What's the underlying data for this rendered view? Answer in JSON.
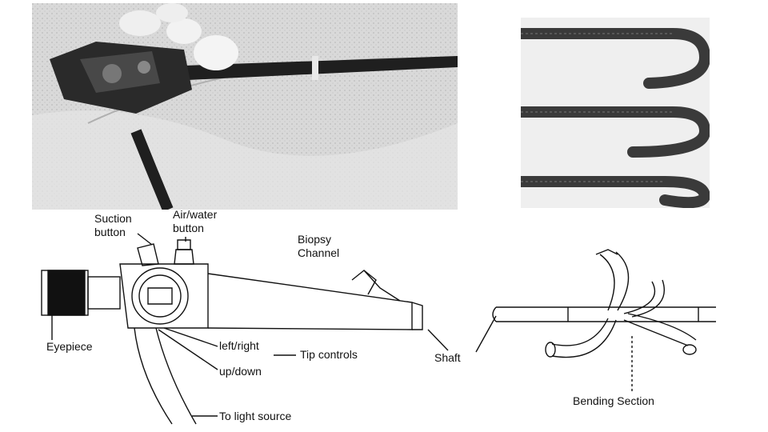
{
  "labels": {
    "suction_button": [
      "Suction",
      "button"
    ],
    "air_water_button": [
      "Air/water",
      "button"
    ],
    "biopsy_channel": [
      "Biopsy",
      "Channel"
    ],
    "eyepiece": "Eyepiece",
    "left_right": "left/right",
    "up_down": "up/down",
    "tip_controls": "Tip controls",
    "shaft": "Shaft",
    "to_light_source": "To light source",
    "bending_section": "Bending Section"
  },
  "photos": {
    "left": "endoscope-control-head-photo",
    "right": "bending-section-deflection-photo"
  },
  "colors": {
    "ink": "#111111",
    "photo_bg": "#dcdcdc",
    "photo_dark": "#2a2a2a"
  }
}
